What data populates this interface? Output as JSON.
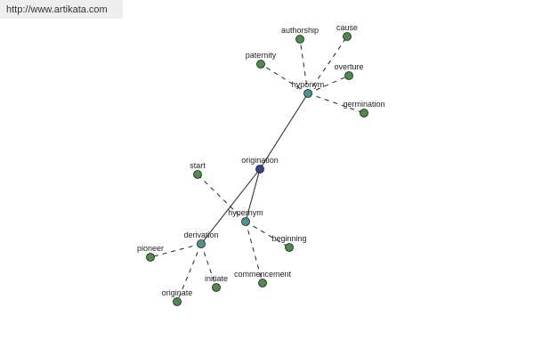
{
  "source_url": "http://www.artikata.com",
  "colors": {
    "banner": "#eeeeee",
    "leaf": "#4f8a4a",
    "hub": "#4f9292",
    "root": "#3e3f8f",
    "edge": "#222222"
  },
  "graph": {
    "root": "origination",
    "nodes": [
      {
        "id": "origination",
        "label": "origination",
        "kind": "root"
      },
      {
        "id": "hyponym",
        "label": "hyponym",
        "kind": "hub"
      },
      {
        "id": "hypernym",
        "label": "hypernym",
        "kind": "hub"
      },
      {
        "id": "derivation",
        "label": "derivation",
        "kind": "hub"
      },
      {
        "id": "authorship",
        "label": "authorship",
        "kind": "leaf"
      },
      {
        "id": "cause",
        "label": "cause",
        "kind": "leaf"
      },
      {
        "id": "paternity",
        "label": "paternity",
        "kind": "leaf"
      },
      {
        "id": "overture",
        "label": "overture",
        "kind": "leaf"
      },
      {
        "id": "germination",
        "label": "germination",
        "kind": "leaf"
      },
      {
        "id": "start",
        "label": "start",
        "kind": "leaf"
      },
      {
        "id": "beginning",
        "label": "beginning",
        "kind": "leaf"
      },
      {
        "id": "commencement",
        "label": "commencement",
        "kind": "leaf"
      },
      {
        "id": "pioneer",
        "label": "pioneer",
        "kind": "leaf"
      },
      {
        "id": "originate",
        "label": "originate",
        "kind": "leaf"
      },
      {
        "id": "initiate",
        "label": "initiate",
        "kind": "leaf"
      }
    ],
    "edges": [
      {
        "from": "origination",
        "to": "hyponym",
        "style": "solid"
      },
      {
        "from": "origination",
        "to": "hypernym",
        "style": "solid"
      },
      {
        "from": "origination",
        "to": "derivation",
        "style": "solid"
      },
      {
        "from": "hyponym",
        "to": "authorship",
        "style": "dashed"
      },
      {
        "from": "hyponym",
        "to": "cause",
        "style": "dashed"
      },
      {
        "from": "hyponym",
        "to": "paternity",
        "style": "dashed"
      },
      {
        "from": "hyponym",
        "to": "overture",
        "style": "dashed"
      },
      {
        "from": "hyponym",
        "to": "germination",
        "style": "dashed"
      },
      {
        "from": "hypernym",
        "to": "start",
        "style": "dashed"
      },
      {
        "from": "hypernym",
        "to": "beginning",
        "style": "dashed"
      },
      {
        "from": "hypernym",
        "to": "commencement",
        "style": "dashed"
      },
      {
        "from": "derivation",
        "to": "pioneer",
        "style": "dashed"
      },
      {
        "from": "derivation",
        "to": "originate",
        "style": "dashed"
      },
      {
        "from": "derivation",
        "to": "initiate",
        "style": "dashed"
      }
    ]
  }
}
